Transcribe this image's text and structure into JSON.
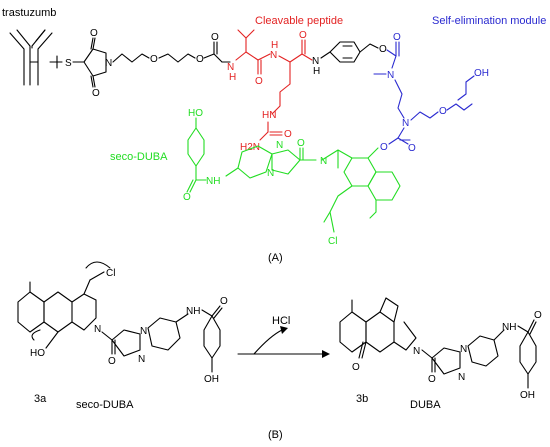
{
  "colors": {
    "black": "#000000",
    "red": "#e32222",
    "blue": "#2a2ad0",
    "green": "#22dd22"
  },
  "panel_a": {
    "antibody_label": "trastuzumb",
    "peptide_label": "Cleavable peptide",
    "module_label": "Self-elimination module",
    "payload_label": "seco-DUBA",
    "caption": "(A)",
    "atoms": {
      "S": "S",
      "N": "N",
      "O": "O",
      "NH": "NH",
      "HN": "HN",
      "H2N": "H2N",
      "HO": "HO",
      "OH": "OH",
      "H": "H",
      "Cl": "Cl"
    }
  },
  "panel_b": {
    "reagent": "HCl",
    "compound_a": "3a",
    "name_a": "seco-DUBA",
    "compound_b": "3b",
    "name_b": "DUBA",
    "caption": "(B)"
  }
}
